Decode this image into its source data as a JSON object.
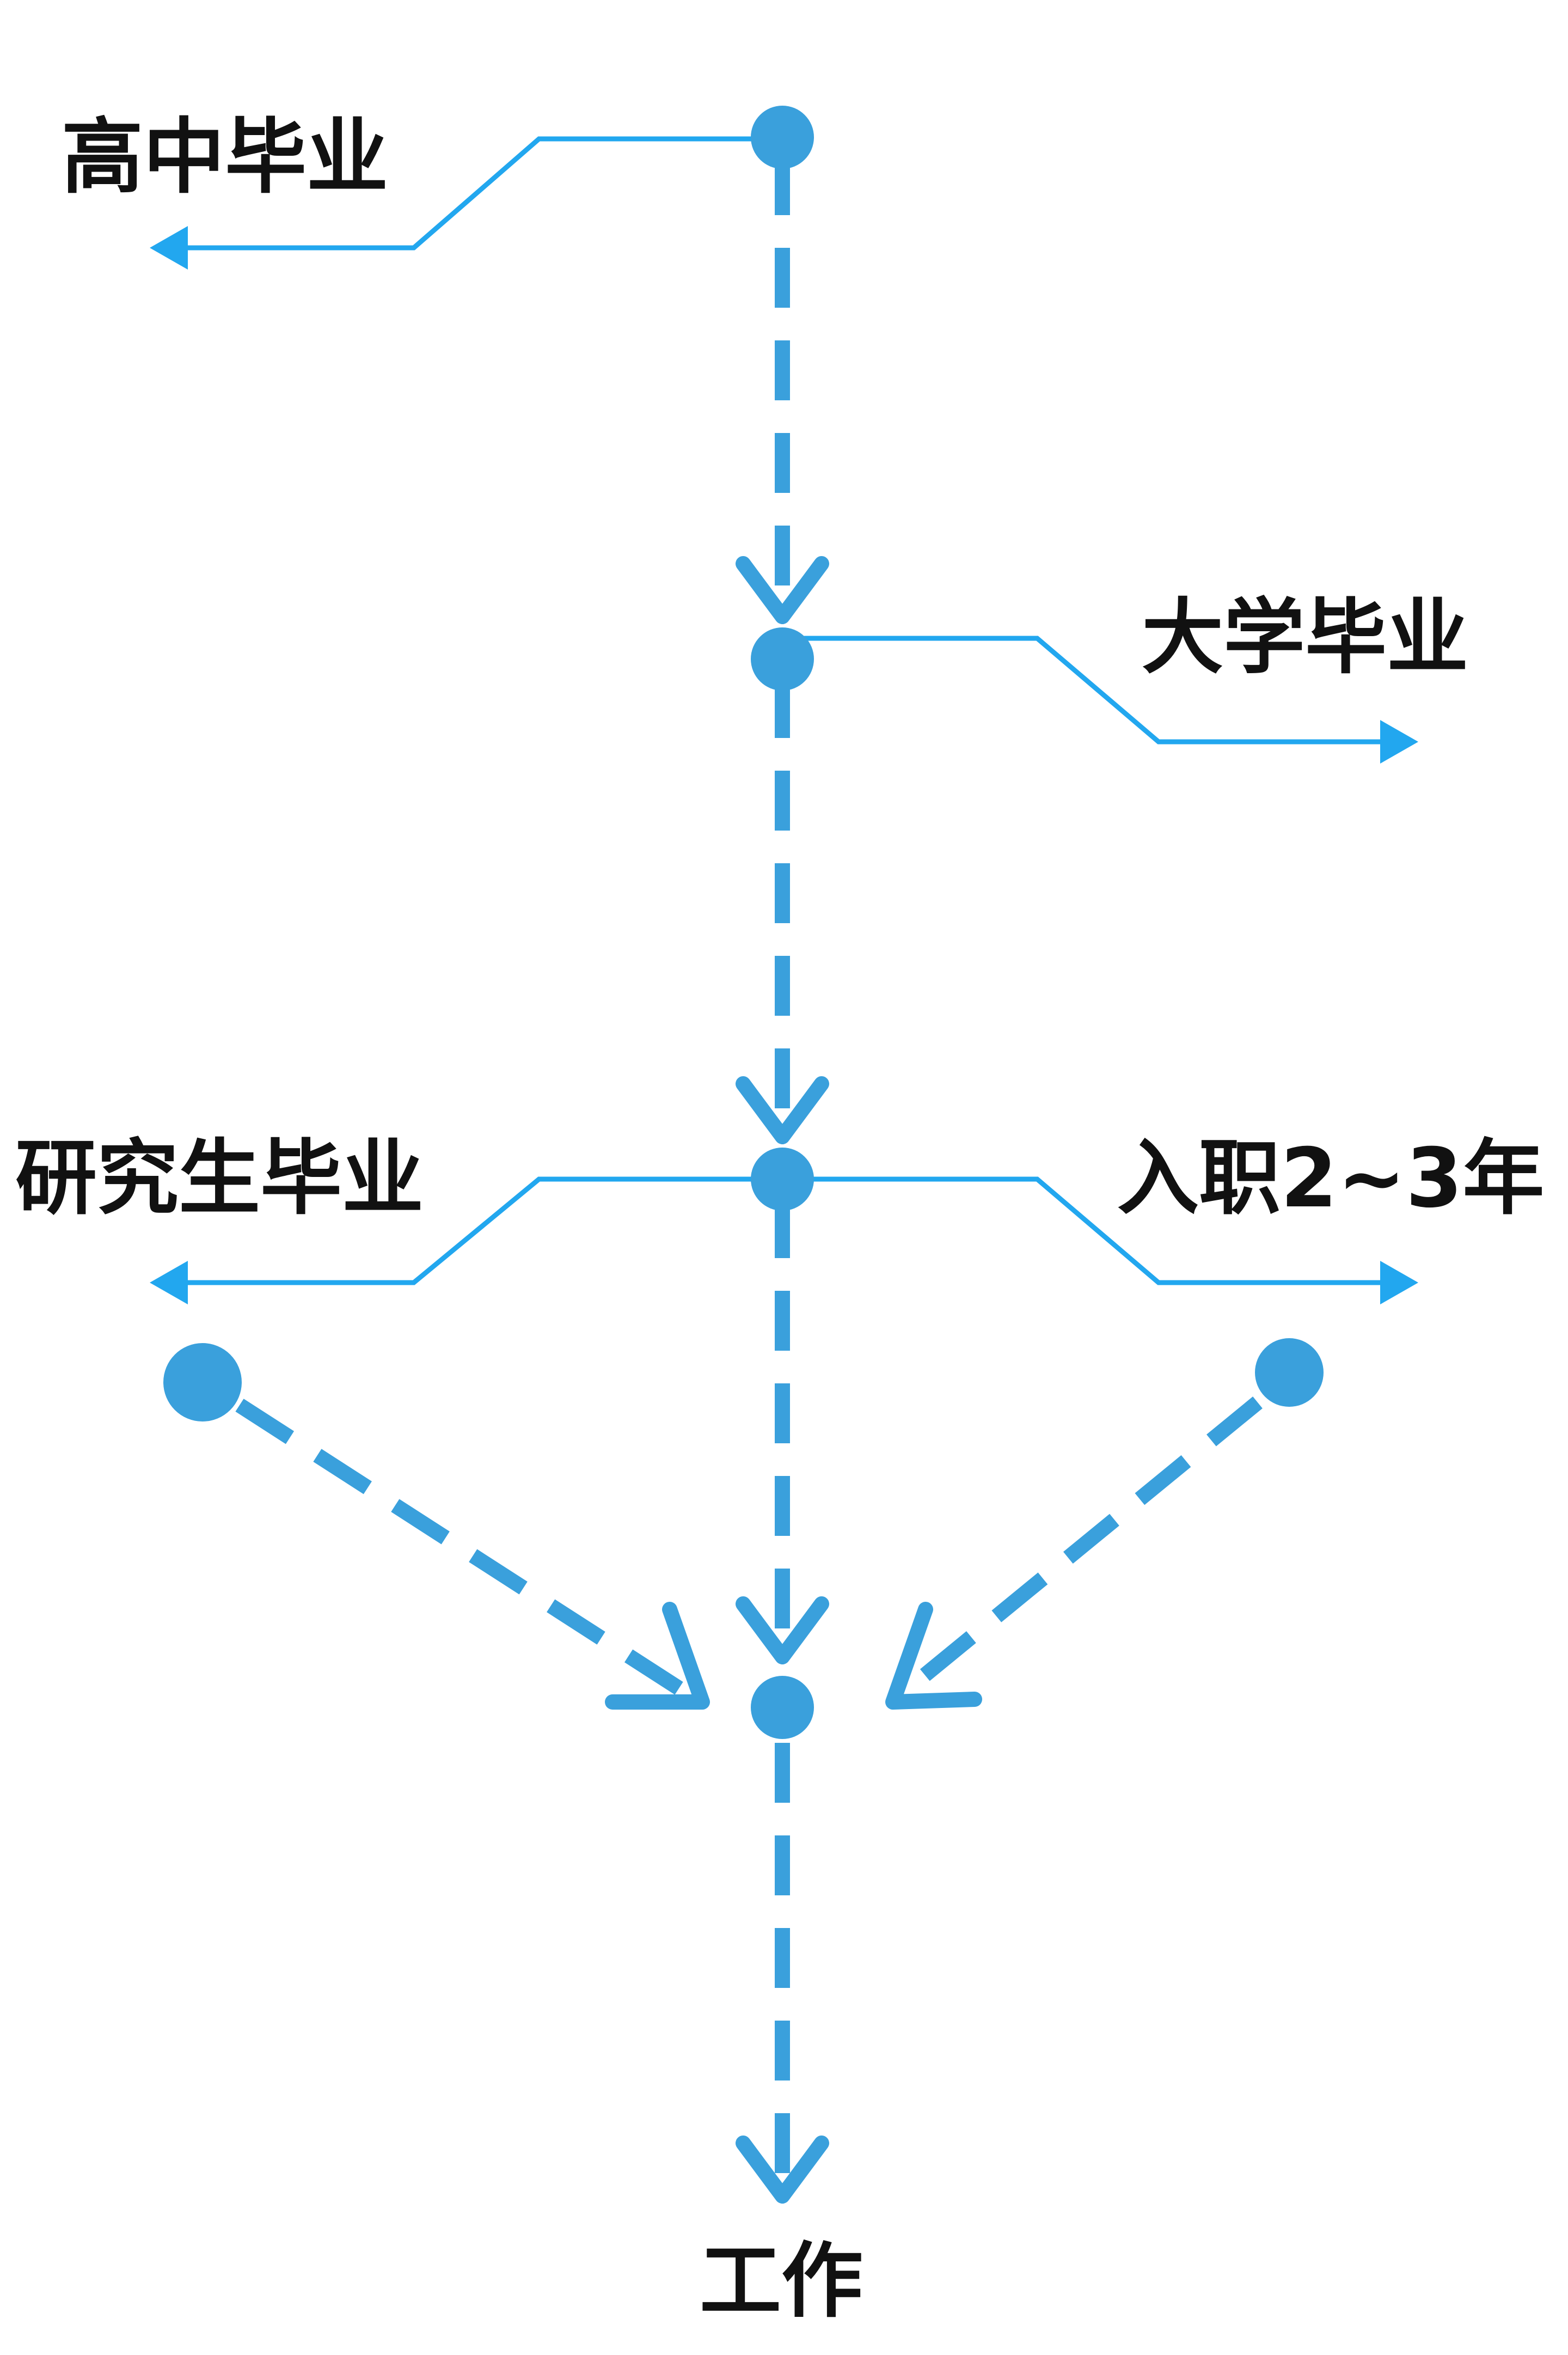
{
  "colors": {
    "flow": "#3aa0dc",
    "branch": "#22a7ef",
    "text": "#111111",
    "background": "#ffffff"
  },
  "labels": {
    "high_school": "高中毕业",
    "university": "大学毕业",
    "graduate": "研究生毕业",
    "work_years": "入职2~3年",
    "job": "工作"
  }
}
